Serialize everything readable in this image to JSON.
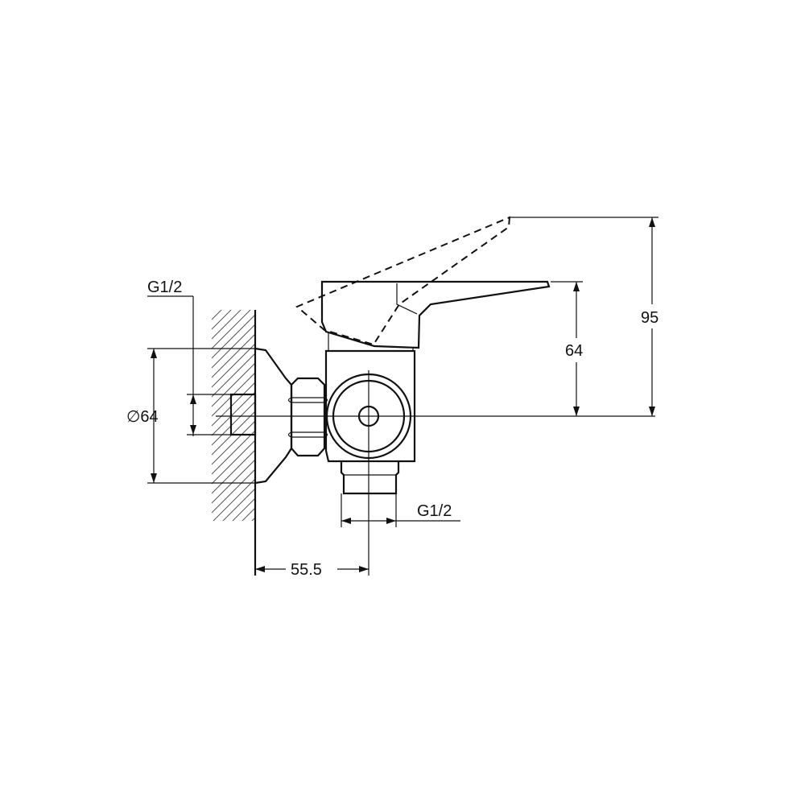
{
  "dimensions": {
    "inlet_thread_label": "G1/2",
    "outlet_thread_label": "G1/2",
    "flange_diameter_label": "∅64",
    "wall_to_center_label": "55.5",
    "lever_height_label": "64",
    "lever_raised_height_label": "95"
  }
}
